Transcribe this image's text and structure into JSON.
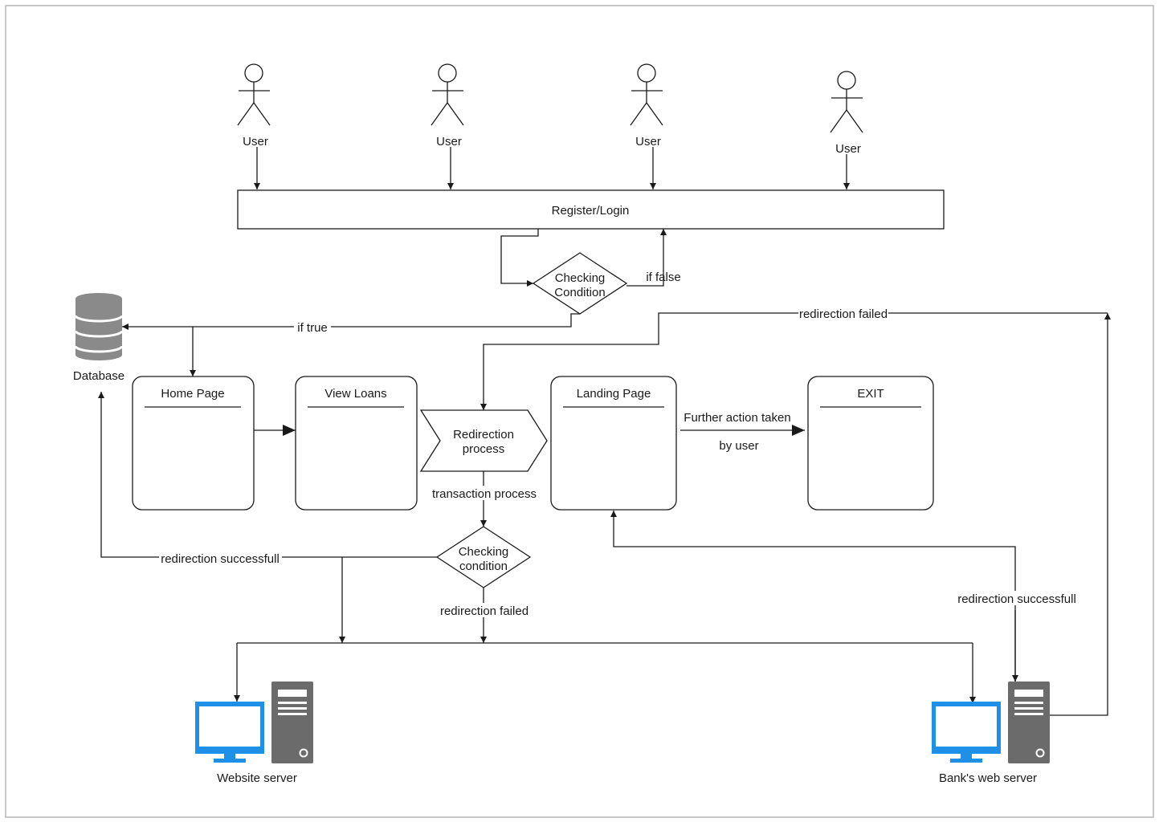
{
  "diagram": {
    "actors": [
      {
        "label": "User"
      },
      {
        "label": "User"
      },
      {
        "label": "User"
      },
      {
        "label": "User"
      }
    ],
    "register_login": "Register/Login",
    "checking_condition_top": [
      "Checking",
      "Condition"
    ],
    "if_false": "if false",
    "if_true": "if true",
    "redirection_failed_top": "redirection failed",
    "database": "Database",
    "pages": {
      "home": "Home Page",
      "view_loans": "View Loans",
      "landing": "Landing Page",
      "exit": "EXIT"
    },
    "redirection_process": [
      "Redirection",
      "process"
    ],
    "further_action": [
      "Further action taken",
      "by user"
    ],
    "transaction_process": "transaction process",
    "checking_condition_bottom": [
      "Checking",
      "condition"
    ],
    "redirection_successfull_left": "redirection successfull",
    "redirection_failed_bottom": "redirection failed",
    "redirection_successfull_right": "redirection successfull",
    "website_server": "Website server",
    "bank_server": "Bank's web server",
    "colors": {
      "line": "#1a1a1a",
      "monitor": "#1e90e8",
      "server": "#6b6b6b",
      "database": "#8a8a8a",
      "frame": "#b5b5b5"
    }
  }
}
